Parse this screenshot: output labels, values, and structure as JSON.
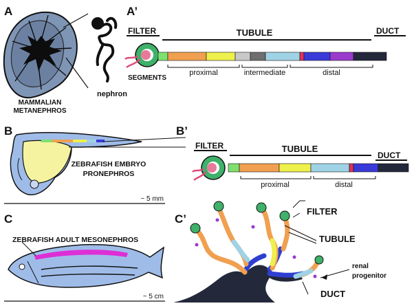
{
  "panels": {
    "A": {
      "letter": "A",
      "title_line1": "MAMMALIAN",
      "title_line2": "METANEPHROS",
      "nephron_label": "nephron"
    },
    "A_prime": {
      "letter": "A’",
      "filter_label": "FILTER",
      "tubule_label": "TUBULE",
      "duct_label": "DUCT",
      "segments_label": "SEGMENTS",
      "proximal_label": "proximal",
      "intermediate_label": "intermediate",
      "distal_label": "distal",
      "segment_colors": [
        "#7ee06e",
        "#f0a050",
        "#eef04c",
        "#c8c8c8",
        "#6e6e6e",
        "#9fd2e4",
        "#e0325a",
        "#3a3ad8",
        "#9a3acc",
        "#23283a"
      ]
    },
    "B": {
      "letter": "B",
      "title_line1": "ZEBRAFISH EMBRYO",
      "title_line2": "PRONEPHROS",
      "scale": "~ 5 mm"
    },
    "B_prime": {
      "letter": "B’",
      "filter_label": "FILTER",
      "tubule_label": "TUBULE",
      "duct_label": "DUCT",
      "proximal_label": "proximal",
      "distal_label": "distal",
      "segment_colors": [
        "#7ee06e",
        "#f0a050",
        "#eef04c",
        "#9fd2e4",
        "#e0325a",
        "#3a3ad8",
        "#23283a"
      ]
    },
    "C": {
      "letter": "C",
      "title": "ZEBRAFISH ADULT MESONEPHROS",
      "scale": "~ 5 cm"
    },
    "C_prime": {
      "letter": "C’",
      "filter_label": "FILTER",
      "tubule_label": "TUBULE",
      "duct_label": "DUCT",
      "progenitor_line1": "renal",
      "progenitor_line2": "progenitor"
    }
  },
  "colors": {
    "kidney_fill": "#7f95b5",
    "medulla": "#0d0d0d",
    "fish_blue": "#9fbce8",
    "yolk": "#f6f3a0",
    "glomerulus_green": "#3fb16a",
    "magenta_kidney": "#dd2fd6",
    "duct_dark": "#23283a"
  }
}
